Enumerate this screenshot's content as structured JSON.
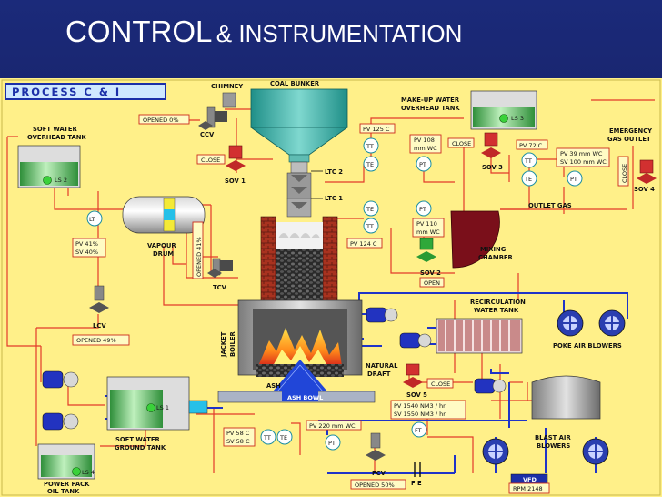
{
  "slide": {
    "title_big": "CONTROL",
    "title_small": "& INSTRUMENTATION"
  },
  "panel": {
    "header": "PROCESS C & I",
    "colors": {
      "background": "#fff089",
      "red_line": "#e23a2a",
      "blue_line": "#1f34c8",
      "teal": "#27a8a0"
    }
  },
  "labels": {
    "chimney": "CHIMNEY",
    "coal_bunker": "COAL BUNKER",
    "makeup_tank_1": "MAKE-UP WATER",
    "makeup_tank_2": "OVERHEAD TANK",
    "soft_tank_1": "SOFT WATER",
    "soft_tank_2": "OVERHEAD TANK",
    "emergency_1": "EMERGENCY",
    "emergency_2": "GAS OUTLET",
    "ccv": "CCV",
    "sov1": "SOV 1",
    "sov2": "SOV 2",
    "sov3": "SOV 3",
    "sov4": "SOV 4",
    "sov5": "SOV 5",
    "ltc1": "LTC 1",
    "ltc2": "LTC 2",
    "vapour_1": "VAPOUR",
    "vapour_2": "DRUM",
    "tcv": "TCV",
    "lcv": "LCV",
    "fcv": "FCV",
    "fe": "F E",
    "outlet_gas": "OUTLET GAS",
    "mixing_1": "MIXING",
    "mixing_2": "CHAMBER",
    "recirc_1": "RECIRCULATION",
    "recirc_2": "WATER TANK",
    "poke_air": "POKE AIR BLOWERS",
    "natural_1": "NATURAL",
    "natural_2": "DRAFT",
    "ash": "ASH",
    "ash_bowl": "ASH BOWL",
    "jacket_1": "JACKET",
    "jacket_2": "BOILER",
    "soft_ground_1": "SOFT WATER",
    "soft_ground_2": "GROUND TANK",
    "power_pack_1": "POWER PACK",
    "power_pack_2": "OIL TANK",
    "blast_air_1": "BLAST AIR",
    "blast_air_2": "BLOWERS",
    "vfd": "VFD"
  },
  "readouts": {
    "ccv_opened": "OPENED 0%",
    "sov1_close": "CLOSE",
    "pv_125": "PV 125 C",
    "pv_108_1": "PV 108",
    "pv_108_2": "mm WC",
    "sov3_close": "CLOSE",
    "pv_72": "PV 72 C",
    "pv_39": "PV 39 mm WC",
    "sv_100": "SV 100 mm WC",
    "sov4_close": "CLOSE",
    "pv_41": "PV 41%",
    "sv_40": "SV 40%",
    "tcv_opened": "OPENED 41%",
    "pv_124": "PV 124 C",
    "pv_110_1": "PV 110",
    "pv_110_2": "mm WC",
    "sov2_open": "OPEN",
    "lcv_opened": "OPENED 49%",
    "sov5_close": "CLOSE",
    "pv_1540": "PV 1540 NM3 / hr",
    "sv_1550": "SV 1550 NM3 / hr",
    "pv_220": "PV 220 mm WC",
    "pv_58": "PV 58 C",
    "sv_58": "SV 58 C",
    "fcv_opened": "OPENED 50%",
    "rpm": "RPM 2148"
  },
  "instruments": {
    "tt": "TT",
    "te": "TE",
    "pt": "PT",
    "lt": "LT",
    "ft": "FT"
  },
  "tanks": {
    "ls1": "LS 1",
    "ls2": "LS 2",
    "ls3": "LS 3",
    "ls4": "LS 4"
  }
}
